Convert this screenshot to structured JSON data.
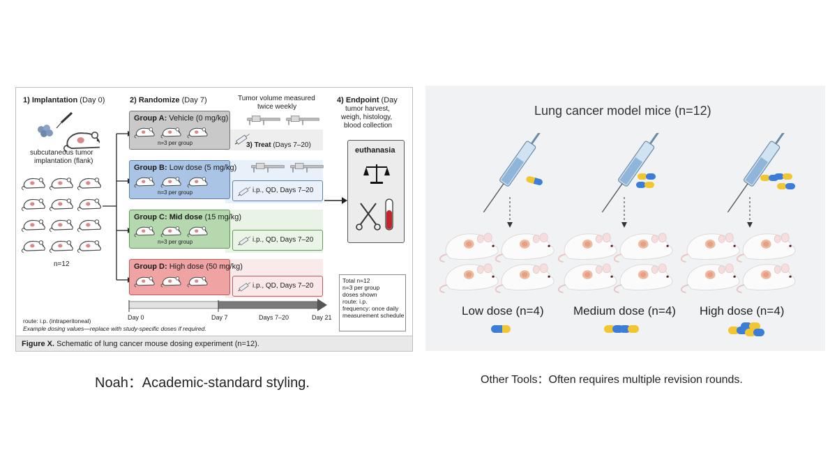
{
  "left": {
    "step1": {
      "title": "1) Implantation",
      "suffix": " (Day 0)",
      "desc1": "subcutaneous tumor",
      "desc2": "implantation (flank)",
      "n": "n=12"
    },
    "step2": {
      "title": "2) Randomize",
      "suffix": " (Day 7)"
    },
    "measure": {
      "line1": "Tumor volume measured",
      "line2": "twice weekly"
    },
    "step3": {
      "title": "3) Treat",
      "suffix": " (Days 7–20)"
    },
    "step4": {
      "title": "4) Endpoint",
      "suffix": " (Day",
      "line2": "tumor harvest,",
      "line3": "weigh, histology,",
      "line4": "blood collection"
    },
    "groups": [
      {
        "name": "Group A:",
        "dose": " Vehicle (0 mg/kg)",
        "per": "n=3 per group",
        "treat": ""
      },
      {
        "name": "Group B:",
        "dose": " Low dose (5 mg/kg)",
        "per": "n=3 per group",
        "treat": "i.p., QD, Days 7–20"
      },
      {
        "name": "Group C: Mid dose",
        "dose": " (15 mg/kg)",
        "per": "n=3 per group",
        "treat": "i.p., QD, Days 7–20"
      },
      {
        "name": "Group D:",
        "dose": " High dose (50 mg/kg)",
        "per": "",
        "treat": "i.p., QD, Days 7–20"
      }
    ],
    "euthanasia": "euthanasia",
    "timeline": {
      "day0": "Day 0",
      "day7": "Day 7",
      "days720": "Days 7–20",
      "day21": "Day 21"
    },
    "route_note": "route: i.p. (intraperitoneal)",
    "example_note": "Example dosing values—replace with study-specific doses if required.",
    "summary": [
      "Total n=12",
      "n=3 per group",
      "doses shown",
      "route: i.p.",
      "frequency: once daily",
      "measurement schedule"
    ],
    "figure_caption": {
      "label": "Figure X.",
      "text": " Schematic of lung cancer mouse dosing experiment (n=12)."
    }
  },
  "right": {
    "title": "Lung cancer model mice (n=12)",
    "groups": [
      {
        "label": "Low dose (n=4)",
        "pills": 1
      },
      {
        "label": "Medium dose (n=4)",
        "pills": 2
      },
      {
        "label": "High dose (n=4)",
        "pills": 3
      }
    ]
  },
  "captions": {
    "left": "Noah：Academic-standard styling.",
    "right": "Other Tools：Often requires multiple revision rounds."
  },
  "colors": {
    "group_a": "#c9c9c9",
    "group_b": "#a9c4e4",
    "group_c": "#b5d8ae",
    "group_d": "#f0a3a3",
    "pill_yellow": "#f2c630",
    "pill_blue": "#3b7dd8"
  }
}
